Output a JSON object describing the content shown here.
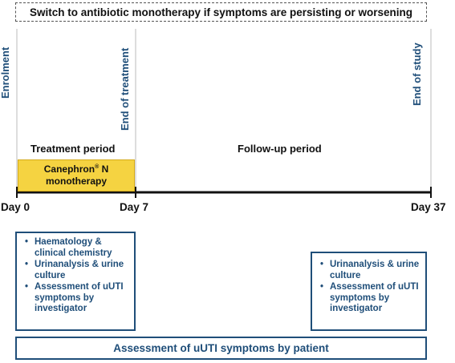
{
  "banner": "Switch to antibiotic monotherapy if symptoms are persisting or worsening",
  "milestones": {
    "enrolment": "Enrolment",
    "end_of_treatment": "End of treatment",
    "end_of_study": "End of study"
  },
  "periods": {
    "treatment": "Treatment period",
    "follow_up": "Follow-up period"
  },
  "treatment_box": {
    "line1_pre": "Canephron",
    "line1_mark": "®",
    "line1_post": " N",
    "line2": "monotherapy"
  },
  "days": {
    "day0": "Day 0",
    "day7": "Day 7",
    "day37": "Day 37"
  },
  "left_box": {
    "items": [
      "Haematology & clinical chemistry",
      "Urinanalysis & urine culture",
      "Assessment of uUTI symptoms by investigator"
    ]
  },
  "right_box": {
    "items": [
      "Urinanalysis & urine culture",
      "Assessment of uUTI symptoms by investigator"
    ]
  },
  "patient_box": "Assessment of uUTI symptoms by patient",
  "colors": {
    "accent_blue": "#1f4e79",
    "treatment_yellow": "#f5d341",
    "text_dark": "#111111"
  }
}
